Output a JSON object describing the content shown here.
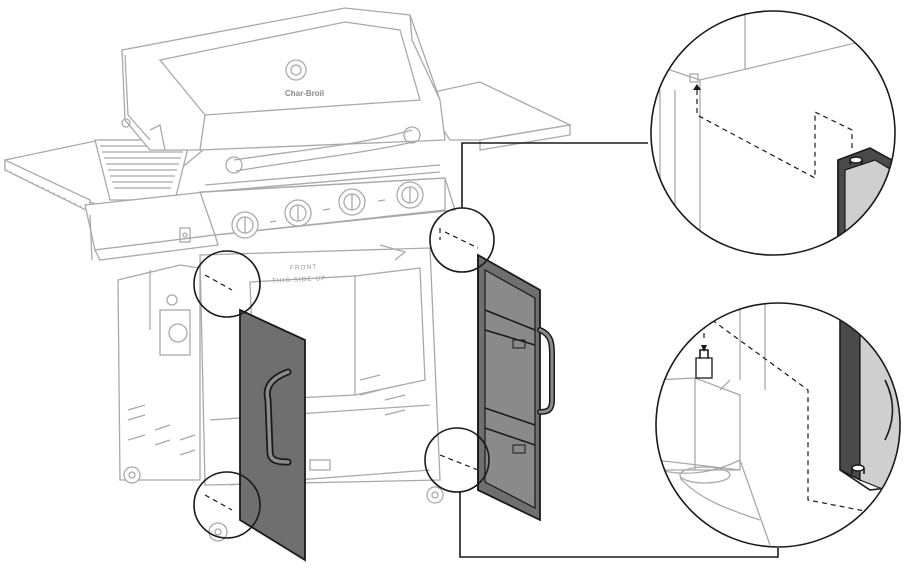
{
  "diagram": {
    "brand_logo_text": "Char-Broil",
    "panel_stamp_line1": "FRONT",
    "panel_stamp_line2": "THIS SIDE UP",
    "colors": {
      "outline": "#a9a9a9",
      "ink": "#1a1a1a",
      "door_panel": "#6f6f6f"
    },
    "detail_callouts": [
      "top-hinge-detail",
      "bottom-hinge-detail"
    ]
  }
}
